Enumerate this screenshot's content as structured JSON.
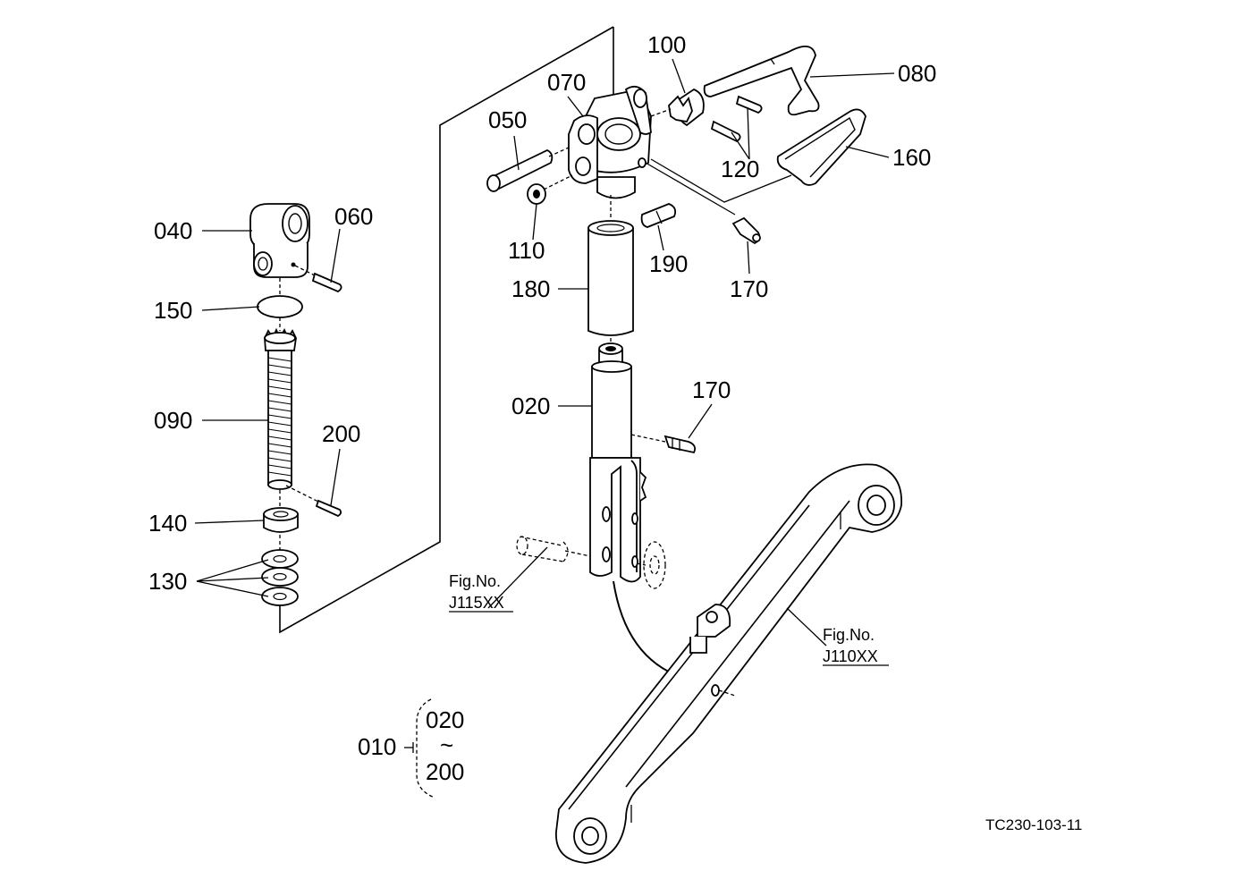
{
  "labels": {
    "p010": "010",
    "p020": "020",
    "p020b": "020",
    "p040": "040",
    "p050": "050",
    "p060": "060",
    "p070": "070",
    "p080": "080",
    "p090": "090",
    "p100": "100",
    "p110": "110",
    "p120": "120",
    "p130": "130",
    "p140": "140",
    "p150": "150",
    "p160": "160",
    "p170": "170",
    "p170b": "170",
    "p180": "180",
    "p190": "190",
    "p200": "200",
    "p200b": "200",
    "tilde": "~"
  },
  "refs": {
    "left_fig": "Fig.No.",
    "left_code": "J115XX",
    "right_fig": "Fig.No.",
    "right_code": "J110XX"
  },
  "drawing_code": "TC230-103-11"
}
